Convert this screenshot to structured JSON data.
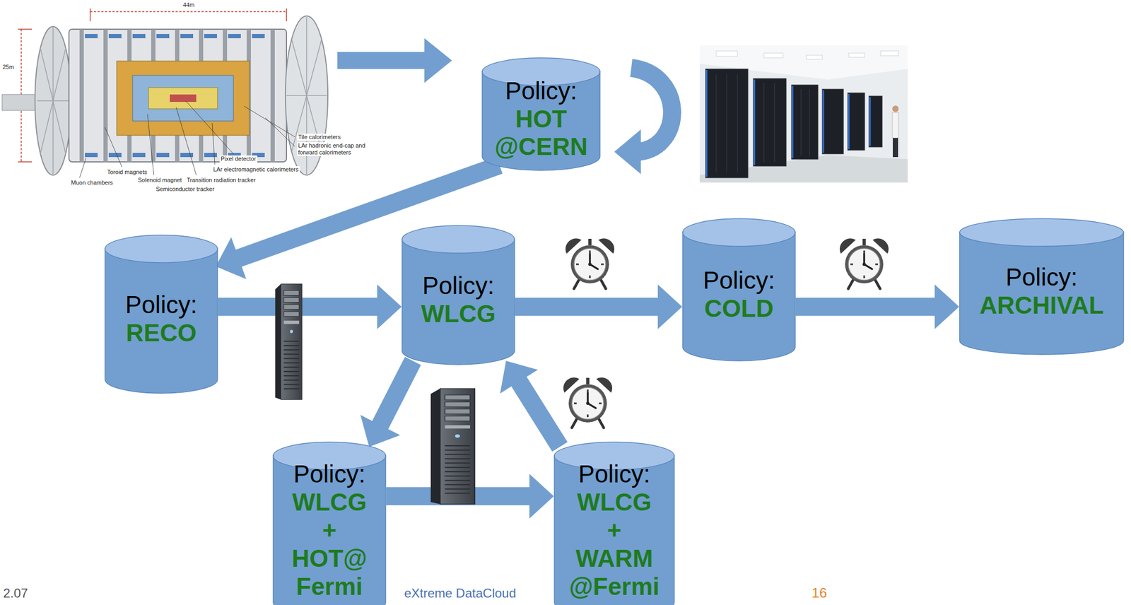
{
  "diagram": {
    "nodes": [
      {
        "text": [
          "Policy:",
          "HOT @CERN"
        ]
      },
      {
        "text": [
          "Policy:",
          "RECO"
        ]
      },
      {
        "text": [
          "Policy:",
          "WLCG"
        ]
      },
      {
        "text": [
          "Policy:",
          "COLD"
        ]
      },
      {
        "text": [
          "Policy:",
          "ARCHIVAL"
        ]
      },
      {
        "text": [
          "Policy:",
          "WLCG + HOT@ Fermi"
        ]
      },
      {
        "text": [
          "Policy:",
          "WLCG + WARM @Fermi"
        ]
      }
    ],
    "edges": [
      {
        "from": 0,
        "to": 1,
        "arrow": "to"
      },
      {
        "from": 1,
        "to": 2,
        "arrow": "to"
      },
      {
        "from": 2,
        "to": 3,
        "arrow": "to"
      },
      {
        "from": 3,
        "to": 4,
        "arrow": "to"
      },
      {
        "from": 2,
        "to": 5,
        "arrow": "to"
      },
      {
        "from": 5,
        "to": 6,
        "arrow": "to"
      },
      {
        "from": 6,
        "to": 2,
        "arrow": "to"
      }
    ],
    "labels": [
      "44m",
      "25m",
      "Tile calorimeters",
      "LAr hadronic end-cap and forward calorimeters",
      "Pixel detector",
      "LAr electromagnetic calorimeters",
      "Toroid magnets",
      "Solenoid magnet",
      "Transition radiation tracker",
      "Muon chambers",
      "Semiconductor tracker",
      "2.07",
      "eXtreme DataCloud",
      "16"
    ]
  }
}
